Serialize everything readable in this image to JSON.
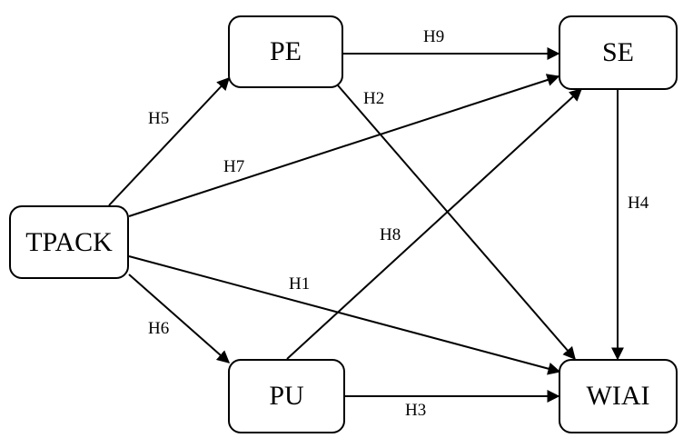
{
  "nodes": {
    "tpack": "TPACK",
    "pe": "PE",
    "pu": "PU",
    "se": "SE",
    "wiai": "WIAI"
  },
  "edges": [
    {
      "label": "H1",
      "from": "TPACK",
      "to": "WIAI"
    },
    {
      "label": "H2",
      "from": "PE",
      "to": "WIAI"
    },
    {
      "label": "H3",
      "from": "PU",
      "to": "WIAI"
    },
    {
      "label": "H4",
      "from": "SE",
      "to": "WIAI"
    },
    {
      "label": "H5",
      "from": "TPACK",
      "to": "PE"
    },
    {
      "label": "H6",
      "from": "TPACK",
      "to": "PU"
    },
    {
      "label": "H7",
      "from": "TPACK",
      "to": "SE"
    },
    {
      "label": "H8",
      "from": "PU",
      "to": "SE"
    },
    {
      "label": "H9",
      "from": "PE",
      "to": "SE"
    }
  ],
  "colors": {
    "stroke": "#000000",
    "background": "#ffffff"
  }
}
